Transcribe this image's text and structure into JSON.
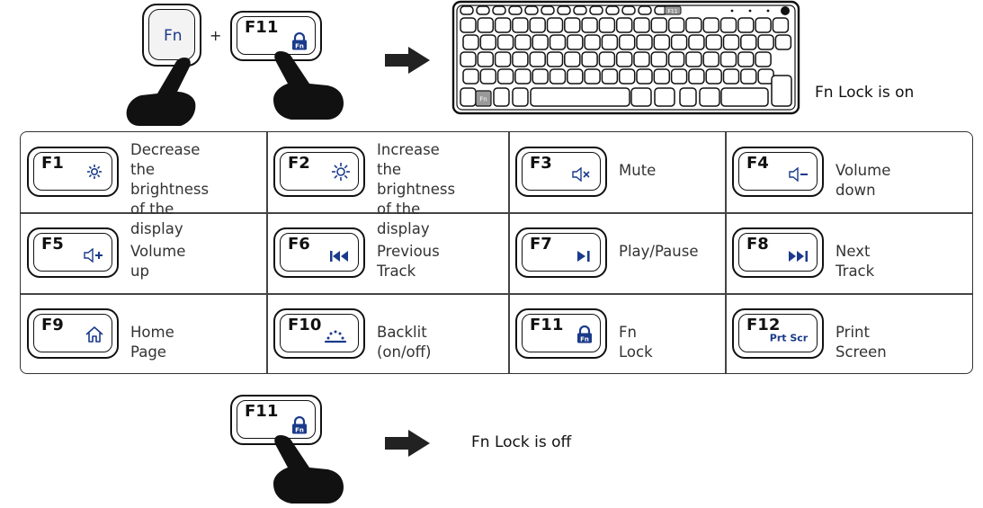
{
  "combo": {
    "fn_key": "Fn",
    "plus": "+",
    "f11_key": "F11",
    "lock_icon": "fn-lock-icon",
    "lock_icon_text": "Fn",
    "result": "Fn Lock is on"
  },
  "keyboard": {
    "highlight_key": "F11",
    "fn_key": "Fn"
  },
  "functions": [
    {
      "key": "F1",
      "icon": "brightness-down-icon",
      "description": "Decrease the\nbrightness\nof the display"
    },
    {
      "key": "F2",
      "icon": "brightness-up-icon",
      "description": "Increase the\nbrightness\nof the display"
    },
    {
      "key": "F3",
      "icon": "mute-icon",
      "description": "Mute"
    },
    {
      "key": "F4",
      "icon": "volume-down-icon",
      "description": "Volume down"
    },
    {
      "key": "F5",
      "icon": "volume-up-icon",
      "description": "Volume up"
    },
    {
      "key": "F6",
      "icon": "previous-track-icon",
      "description": "Previous Track"
    },
    {
      "key": "F7",
      "icon": "play-pause-icon",
      "description": "Play/Pause"
    },
    {
      "key": "F8",
      "icon": "next-track-icon",
      "description": "Next Track"
    },
    {
      "key": "F9",
      "icon": "home-icon",
      "description": "Home Page"
    },
    {
      "key": "F10",
      "icon": "backlight-icon",
      "description": "Backlit (on/off)"
    },
    {
      "key": "F11",
      "icon": "fn-lock-icon",
      "description": "Fn Lock",
      "icon_text": "Fn"
    },
    {
      "key": "F12",
      "icon": "print-screen-icon",
      "description": "Print Screen",
      "icon_text": "Prt Scr"
    }
  ],
  "unlock": {
    "f11_key": "F11",
    "lock_icon_text": "Fn",
    "result": "Fn Lock is off"
  },
  "colors": {
    "icon_blue": "#1a3a8a",
    "outline": "#111111"
  }
}
